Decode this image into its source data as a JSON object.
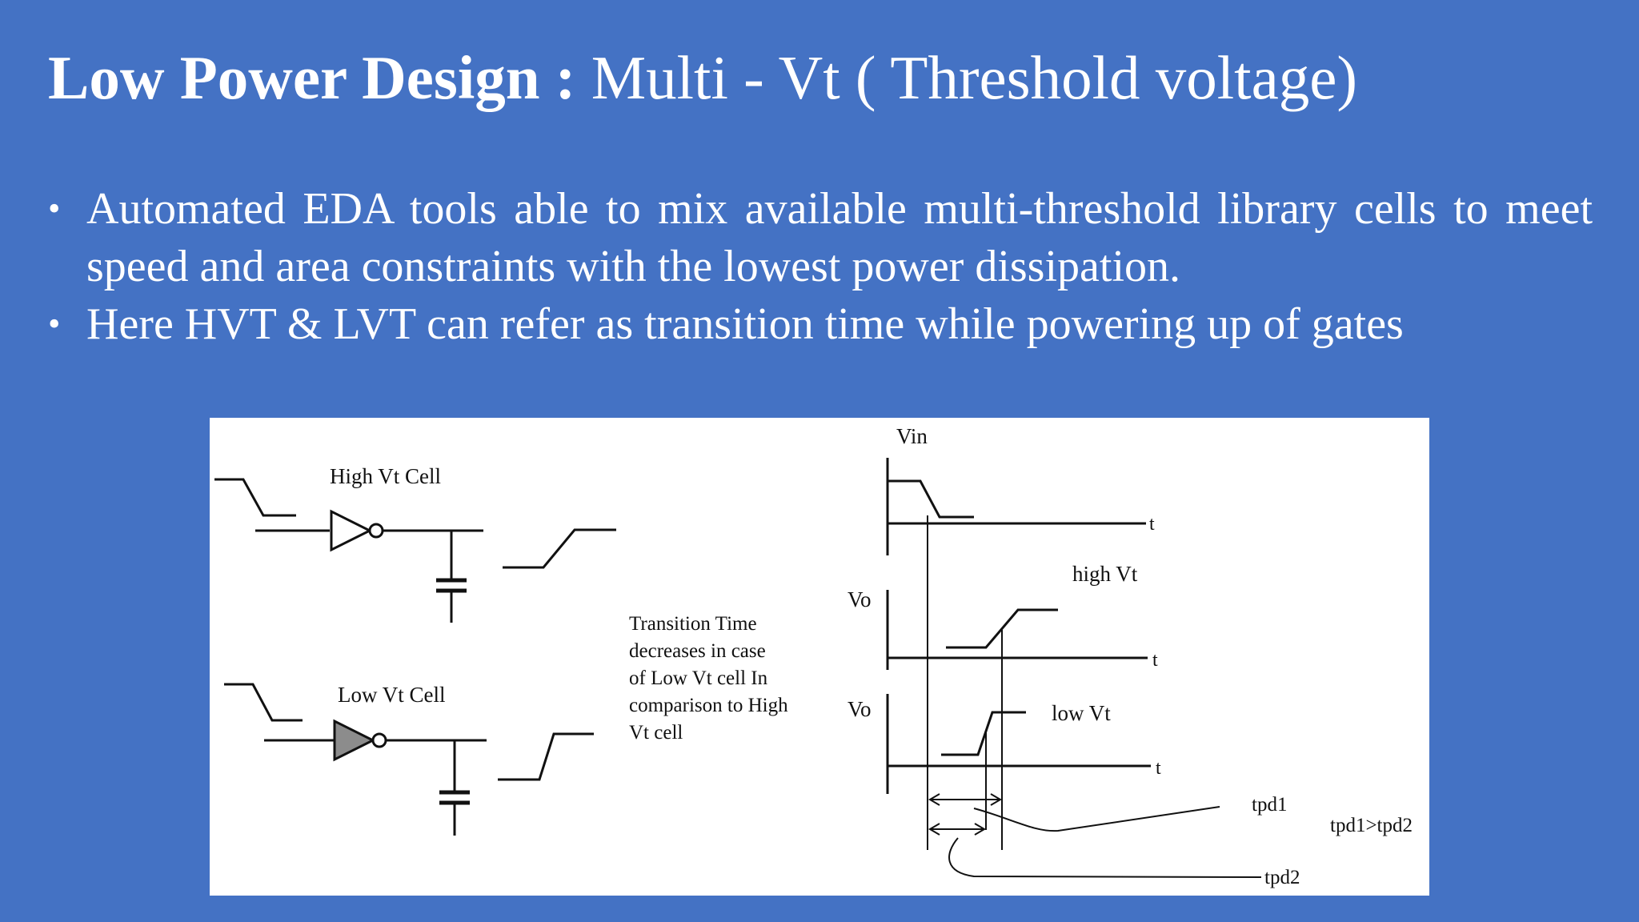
{
  "title": {
    "bold": "Low Power Design :",
    "rest": " Multi - Vt ( Threshold voltage)"
  },
  "bullets": [
    "Automated EDA tools able to mix available multi-threshold library cells to meet speed and area constraints with the lowest power dissipation.",
    "Here HVT & LVT can refer as transition time while powering up of gates"
  ],
  "figure": {
    "high_vt_cell": "High Vt Cell",
    "low_vt_cell": "Low Vt Cell",
    "note_lines": [
      "Transition Time",
      "decreases in case",
      "of Low Vt cell In",
      "comparison to High",
      "Vt cell"
    ],
    "vin": "Vin",
    "vo": "Vo",
    "t": "t",
    "high_vt": "high Vt",
    "low_vt": "low Vt",
    "tpd1": "tpd1",
    "tpd2": "tpd2",
    "tpd_compare": "tpd1>tpd2"
  }
}
